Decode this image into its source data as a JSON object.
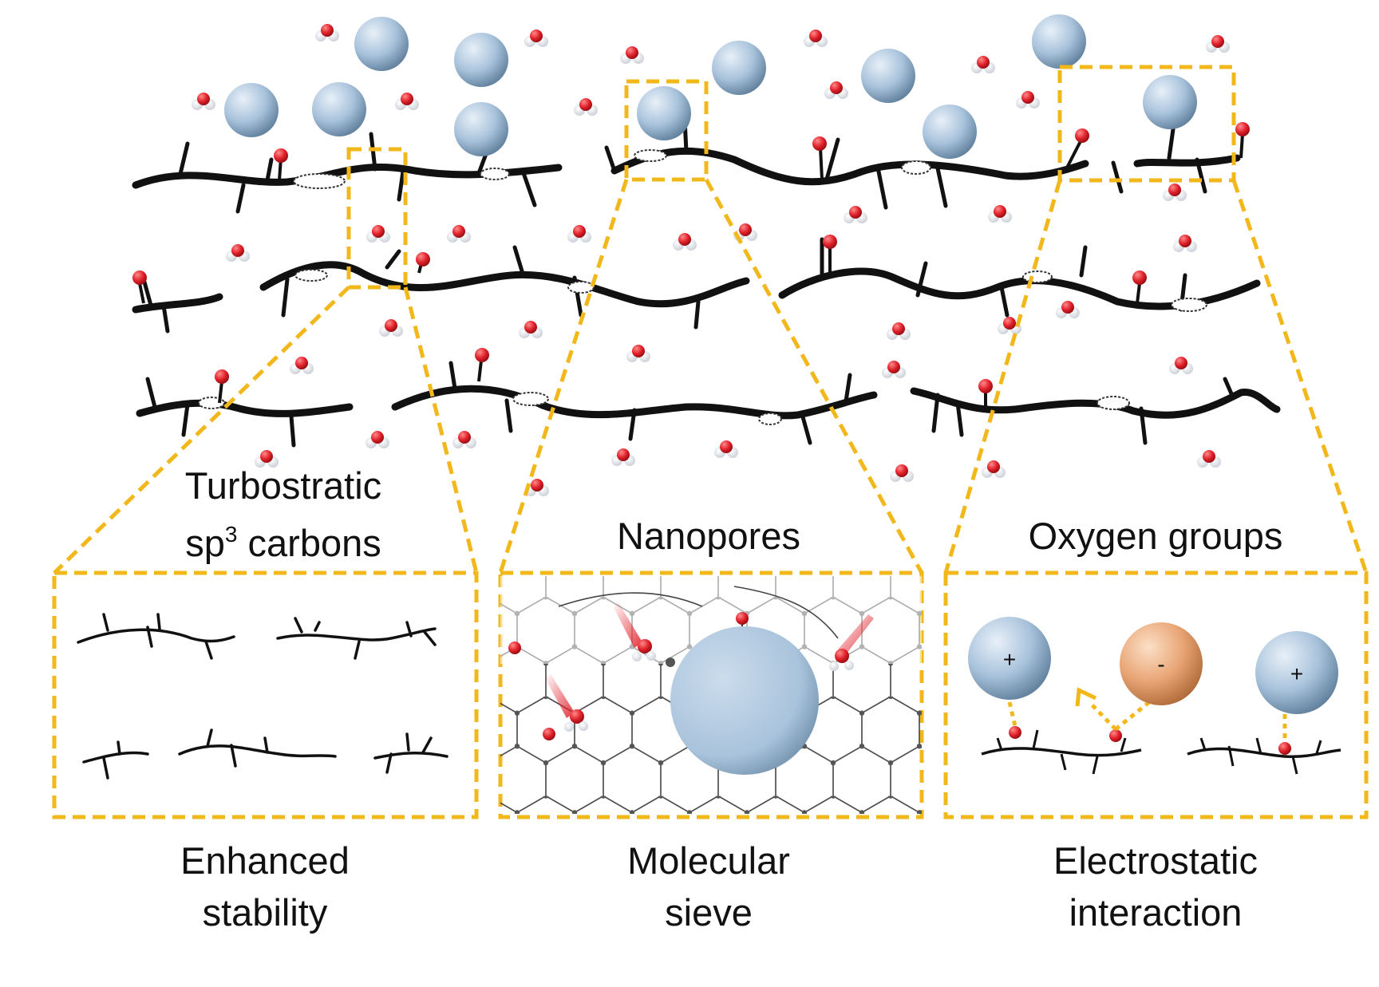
{
  "panels": [
    {
      "id": "turbostratic",
      "heading_line1": "Turbostratic",
      "heading_line2_prefix": "sp",
      "heading_line2_sup": "3",
      "heading_line2_suffix": " carbons",
      "caption_line1": "Enhanced",
      "caption_line2": "stability"
    },
    {
      "id": "nanopores",
      "heading": "Nanopores",
      "caption_line1": "Molecular",
      "caption_line2": "sieve"
    },
    {
      "id": "oxygen",
      "heading": "Oxygen groups",
      "caption_line1": "Electrostatic",
      "caption_line2": "interaction",
      "charges": [
        "+",
        "-",
        "+"
      ]
    }
  ],
  "colors": {
    "frame": "#f2b81b",
    "sheet": "#111111",
    "cation": "#a9c3dc",
    "anion": "#e9a575",
    "oxygen": "#e0202a",
    "hydrogen": "#dfe3ea"
  },
  "icons": {
    "cation": "blue-sphere-icon",
    "anion": "orange-sphere-icon",
    "water": "water-molecule-icon",
    "sheet": "carbon-sheet-icon"
  }
}
